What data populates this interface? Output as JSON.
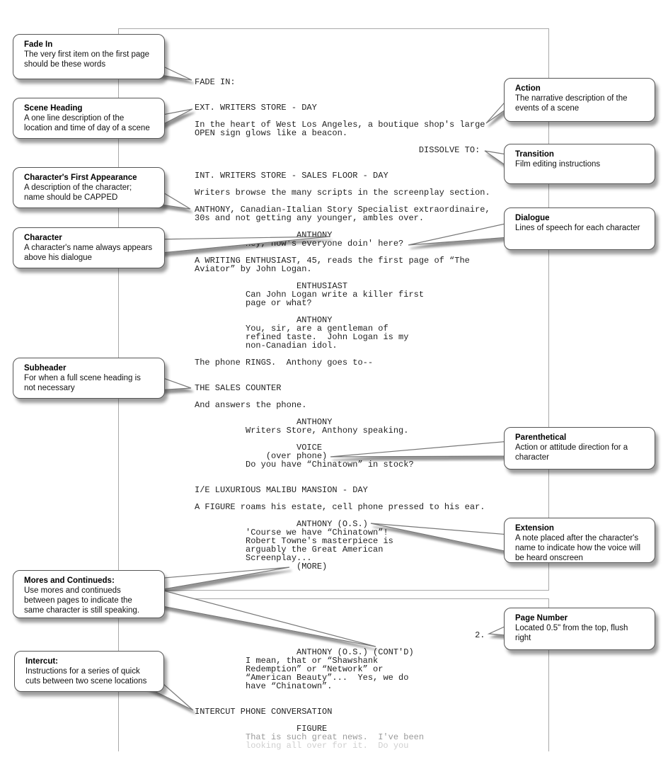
{
  "colors": {
    "page_border": "#a9a9a9",
    "callout_border": "#555555",
    "script_text": "#222222",
    "faded_text_1": "#9a9a9a",
    "faded_text_2": "#cfcfcf"
  },
  "callouts_left": [
    {
      "title": "Fade In",
      "body": "The very first item on the first page should be these words"
    },
    {
      "title": "Scene Heading",
      "body": "A one line description of the location and time of day of a scene"
    },
    {
      "title": "Character's First Appearance",
      "body": "A description of the character; name should be CAPPED"
    },
    {
      "title": "Character",
      "body": "A character's name always appears above his dialogue"
    },
    {
      "title": "Subheader",
      "body": "For when a full scene heading is not necessary"
    },
    {
      "title": "Mores and Continueds:",
      "body": "Use mores and continueds between pages to indicate the same character is still speaking."
    },
    {
      "title": "Intercut:",
      "body": "Instructions for a series of quick cuts between two scene locations"
    }
  ],
  "callouts_right": [
    {
      "title": "Action",
      "body": "The narrative description of the events of a scene"
    },
    {
      "title": "Transition",
      "body": "Film editing instructions"
    },
    {
      "title": "Dialogue",
      "body": "Lines of speech for each character"
    },
    {
      "title": "Parenthetical",
      "body": "Action or attitude direction for a character"
    },
    {
      "title": "Extension",
      "body": "A note placed after the character's name to indicate how the voice will be heard onscreen"
    },
    {
      "title": "Page Number",
      "body": "Located 0.5\" from the top, flush right"
    }
  ],
  "script": {
    "page_number": "2.",
    "page1_text": "FADE IN:\n\n\nEXT. WRITERS STORE - DAY\n\nIn the heart of West Los Angeles, a boutique shop's large\nOPEN sign glows like a beacon.\n\n                                            DISSOLVE TO:\n\n\nINT. WRITERS STORE - SALES FLOOR - DAY\n\nWriters browse the many scripts in the screenplay section.\n\nANTHONY, Canadian-Italian Story Specialist extraordinaire,\n30s and not getting any younger, ambles over.\n\n                    ANTHONY\n          Hey, how's everyone doin' here?\n\nA WRITING ENTHUSIAST, 45, reads the first page of “The\nAviator” by John Logan.\n\n                    ENTHUSIAST\n          Can John Logan write a killer first\n          page or what?\n\n                    ANTHONY\n          You, sir, are a gentleman of\n          refined taste.  John Logan is my\n          non-Canadian idol.\n\nThe phone RINGS.  Anthony goes to--\n\n\nTHE SALES COUNTER\n\nAnd answers the phone.\n\n                    ANTHONY\n          Writers Store, Anthony speaking.\n\n                    VOICE\n              (over phone)\n          Do you have “Chinatown” in stock?\n\n\nI/E LUXURIOUS MALIBU MANSION - DAY\n\nA FIGURE roams his estate, cell phone pressed to his ear.\n\n                    ANTHONY (O.S.)\n          'Course we have “Chinatown”!\n          Robert Towne's masterpiece is\n          arguably the Great American\n          Screenplay...\n                    (MORE)",
    "page2_text": "                                                       2.\n\n                    ANTHONY (O.S.) (CONT'D)\n          I mean, that or “Shawshank\n          Redemption” or “Network” or\n          “American Beauty”...  Yes, we do\n          have “Chinatown”.\n\n\nINTERCUT PHONE CONVERSATION\n\n                    FIGURE",
    "page2_faded_line1": "That is such great news.  I've been",
    "page2_faded_line2": "looking all over for it.  Do you"
  }
}
